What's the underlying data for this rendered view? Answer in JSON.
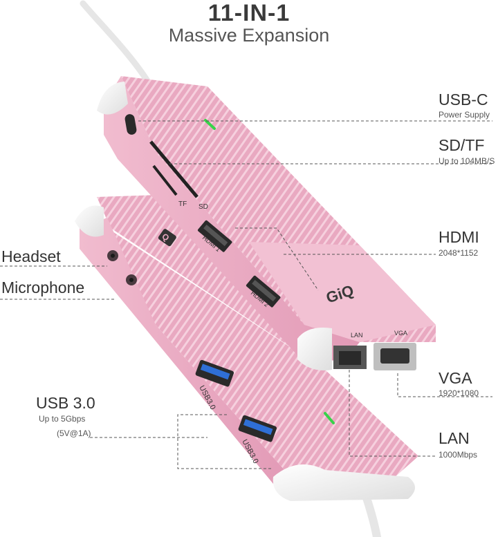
{
  "header": {
    "title": "11-IN-1",
    "subtitle": "Massive Expansion"
  },
  "device": {
    "brand": "GiQ",
    "color_body": "#e8a6bf",
    "color_shade": "#d98fac",
    "color_light": "#f3c9d8",
    "port_labels": {
      "tf": "TF",
      "sd": "SD",
      "hdmi1": "HDMI 1",
      "hdmi2": "HDMI 2",
      "lan": "LAN",
      "vga": "VGA",
      "usb_a": "USB3.0",
      "usb_b": "USB3.0"
    }
  },
  "callouts": {
    "usbc": {
      "title": "USB-C",
      "sub": "Power Supply"
    },
    "sdtf": {
      "title": "SD/TF",
      "sub": "Up to 104MB/S"
    },
    "hdmi": {
      "title": "HDMI",
      "sub": "2048*1152"
    },
    "headset": {
      "title": "Headset"
    },
    "microphone": {
      "title": "Microphone"
    },
    "vga": {
      "title": "VGA",
      "sub": "1920*1080"
    },
    "usb30": {
      "title": "USB 3.0",
      "sub1": "Up to 5Gbps",
      "sub2": "(5V@1A)"
    },
    "lan": {
      "title": "LAN",
      "sub": "1000Mbps"
    }
  },
  "icons": [
    "usb-c-port-icon",
    "sd-slot-icon",
    "tf-slot-icon",
    "hdmi-port-icon",
    "ethernet-port-icon",
    "vga-port-icon",
    "usb-a-port-icon",
    "headset-jack-icon",
    "microphone-jack-icon",
    "led-indicator-icon"
  ]
}
